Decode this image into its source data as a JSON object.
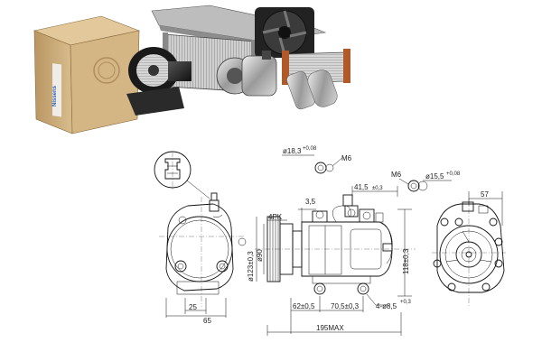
{
  "brand": {
    "logo_text": "Nissens"
  },
  "photo_products": [
    "cardboard-box",
    "blower-motor",
    "radiator",
    "fan",
    "ac-compressor",
    "heater-core",
    "receiver-drier",
    "condenser"
  ],
  "dimensions": {
    "fitting_diameter": "ø18,3",
    "fitting_diameter_tol": "+0,08",
    "thread_right": "M6",
    "thread_center": "M6",
    "port_offset": "41,5",
    "port_offset_tol": "±0,3",
    "port_diameter": "ø15,5",
    "port_diameter_tol": "+0,08",
    "left_width_a": "25",
    "left_width_b": "65",
    "pulley_grooves": "4PK",
    "gap_35": "3,5",
    "pulley_diameter": "ø90",
    "body_diameter": "ø123±0,3",
    "body_height": "118±0,3",
    "offset_62": "62±0,5",
    "offset_705": "70,5±0,3",
    "holes": "4-ø8,5",
    "holes_tol": "+0,3",
    "overall_length": "195MAX",
    "right_width": "57"
  },
  "colors": {
    "line": "#111111",
    "logo_blue": "#2a5db0",
    "box": "#c9a877"
  }
}
